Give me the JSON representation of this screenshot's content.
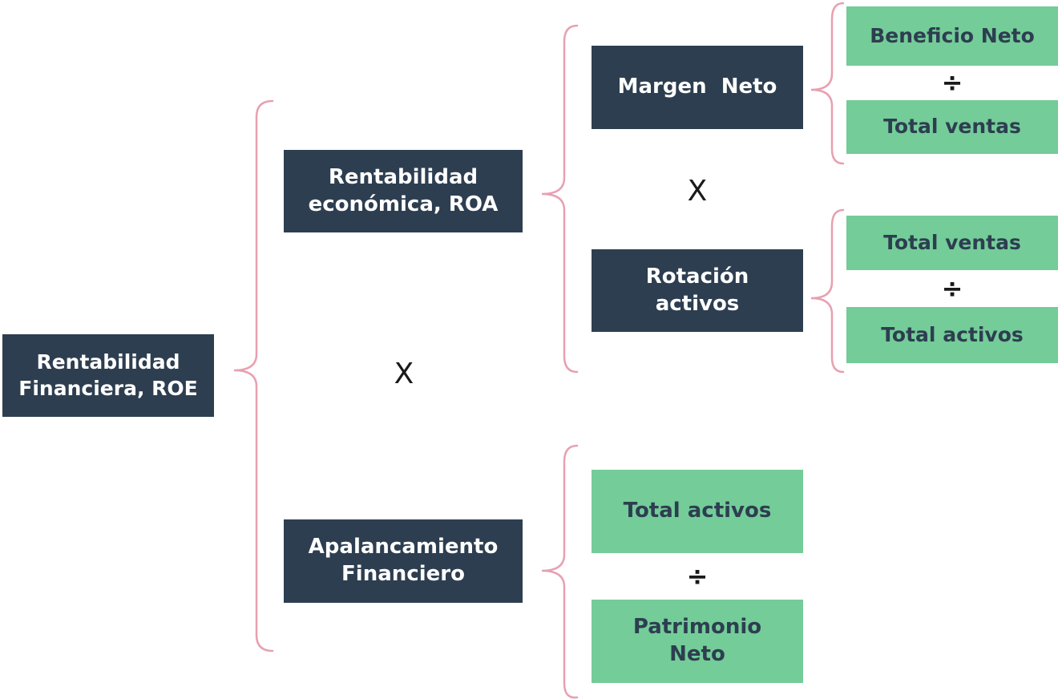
{
  "colors": {
    "dark_box": "#2d3e50",
    "green_box": "#74cc98",
    "brace": "#e8a0b0"
  },
  "root": {
    "line1": "Rentabilidad",
    "line2": "Financiera, ROE"
  },
  "roa": {
    "line1": "Rentabilidad",
    "line2": "económica, ROA"
  },
  "leverage": {
    "line1": "Apalancamiento",
    "line2": "Financiero"
  },
  "margin": {
    "label": "Margen  Neto"
  },
  "rotation": {
    "line1": "Rotación",
    "line2": "activos"
  },
  "net_profit": {
    "label": "Beneficio Neto"
  },
  "total_sales_1": {
    "label": "Total ventas"
  },
  "total_sales_2": {
    "label": "Total ventas"
  },
  "total_assets_1": {
    "label": "Total activos"
  },
  "total_assets_2": {
    "label": "Total activos"
  },
  "equity": {
    "line1": "Patrimonio",
    "line2": "Neto"
  },
  "operators": {
    "multiply_main": "X",
    "multiply_roa": "X",
    "divide_margin": "÷",
    "divide_rotation": "÷",
    "divide_leverage": "÷"
  }
}
